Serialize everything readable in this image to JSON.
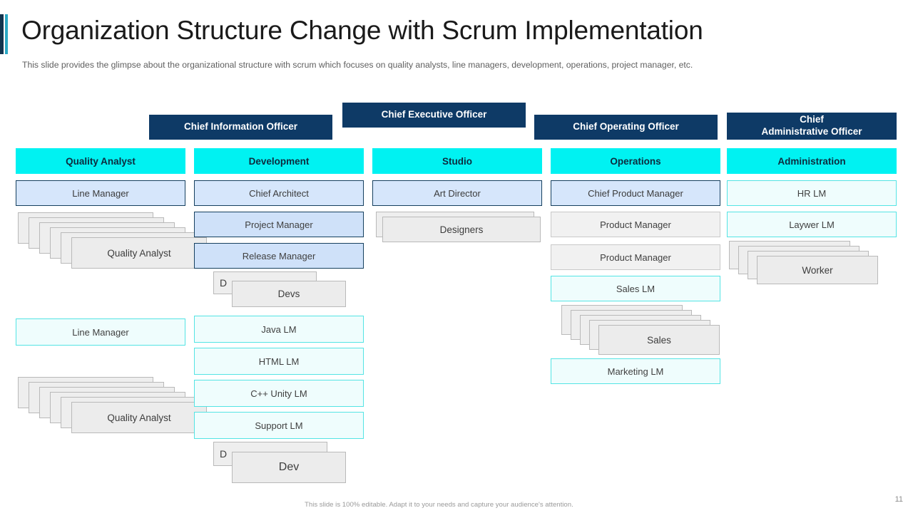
{
  "header": {
    "title": "Organization Structure Change with Scrum Implementation",
    "subtitle": "This slide provides the glimpse about the organizational structure with scrum which focuses on quality analysts, line managers, development, operations, project manager, etc."
  },
  "executives": [
    {
      "label": "Chief Information Officer"
    },
    {
      "label": "Chief Executive Officer"
    },
    {
      "label": "Chief Operating Officer"
    },
    {
      "label": "Chief\nAdministrative Officer"
    }
  ],
  "exec_cio": "Chief Information Officer",
  "exec_ceo": "Chief Executive Officer",
  "exec_coo": "Chief Operating Officer",
  "exec_cao_line1": "Chief",
  "exec_cao_line2": "Administrative Officer",
  "departments": {
    "quality_analyst": "Quality Analyst",
    "development": "Development",
    "studio": "Studio",
    "operations": "Operations",
    "administration": "Administration"
  },
  "col_quality": {
    "line_manager_1": "Line Manager",
    "stack_1_label": "Quality Analyst",
    "stack_1_count": 6,
    "line_manager_2": "Line Manager",
    "stack_2_label": "Quality Analyst",
    "stack_2_count": 6
  },
  "col_development": {
    "chief_architect": "Chief Architect",
    "project_manager": "Project Manager",
    "release_manager": "Release Manager",
    "devs_back": "D",
    "devs_front": "Devs",
    "java_lm": "Java LM",
    "html_lm": "HTML LM",
    "cpp_unity_lm": "C++ Unity LM",
    "support_lm": "Support LM",
    "dev_back": "D",
    "dev_front": "Dev"
  },
  "col_studio": {
    "art_director": "Art Director",
    "designers_label": "Designers",
    "designers_count": 2
  },
  "col_operations": {
    "chief_product_manager": "Chief Product Manager",
    "product_manager_1": "Product Manager",
    "product_manager_2": "Product Manager",
    "sales_lm": "Sales LM",
    "sales_stack_label": "Sales",
    "sales_stack_count": 5,
    "marketing_lm": "Marketing LM"
  },
  "col_administration": {
    "hr_lm": "HR LM",
    "laywer_lm": "Laywer LM",
    "worker_label": "Worker",
    "worker_count": 4
  },
  "footer": {
    "note": "This slide is 100% editable. Adapt it to your needs and capture your audience's attention.",
    "page_number": "11"
  },
  "colors": {
    "navy": "#0e3a66",
    "cyan": "#00f2f2",
    "light_blue": "#d6e6fb",
    "cyan_border": "#54e4e4",
    "grey_card": "#eeeeee",
    "accent_navy": "#12354f",
    "accent_cyan": "#2aa8c4"
  }
}
